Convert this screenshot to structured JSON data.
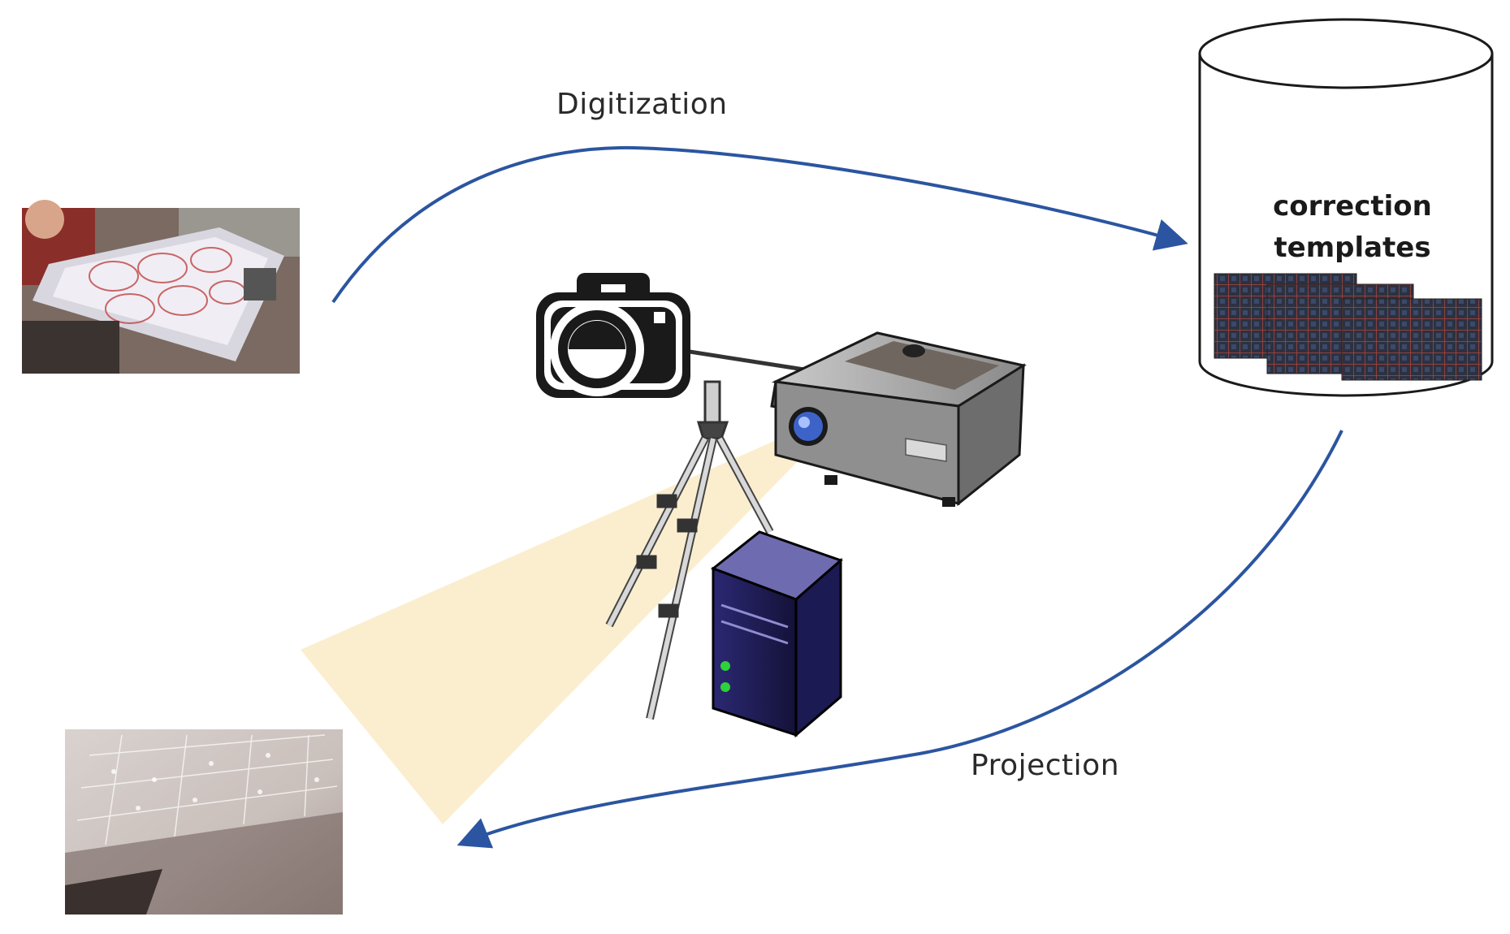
{
  "labels": {
    "digitization": "Digitization",
    "projection": "Projection",
    "database_line1": "correction",
    "database_line2": "templates"
  },
  "colors": {
    "arrow": "#2b55a0",
    "light_beam": "#fbeecf",
    "computer_body": "#1c1a52",
    "projector_body": "#9a9a9a",
    "projector_lens": "#3d63c9",
    "led": "#2fd13a"
  },
  "icons": {
    "input_photo": "photo-of-person-holding-board",
    "camera": "camera-icon",
    "tripod": "tripod-icon",
    "projector": "projector-icon",
    "computer": "computer-tower-icon",
    "database": "database-cylinder-icon",
    "output_photo": "photo-of-projected-board"
  }
}
